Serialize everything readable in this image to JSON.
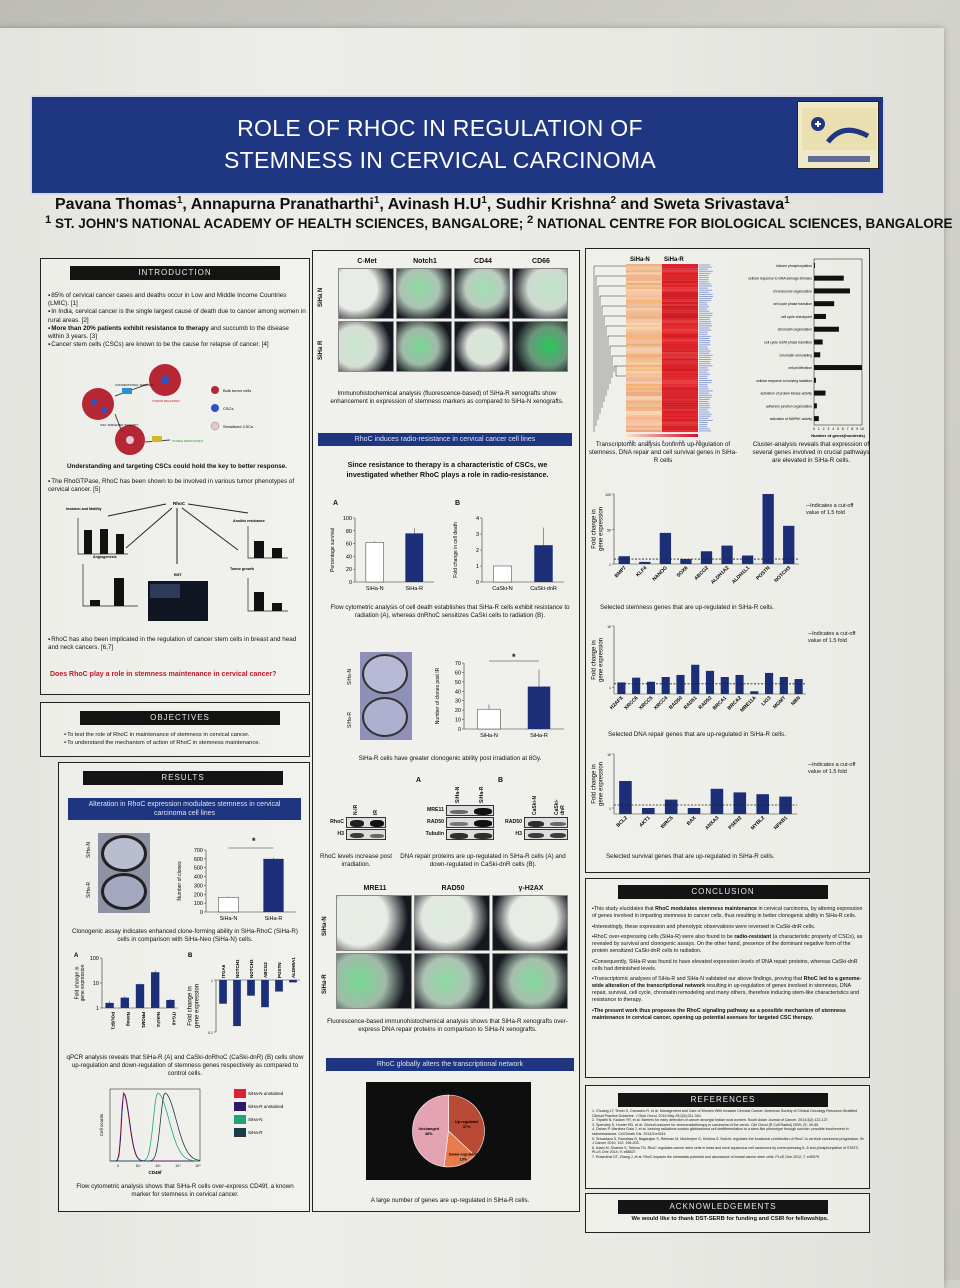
{
  "title": {
    "line1": "ROLE OF RHOC IN REGULATION OF",
    "line2": "STEMNESS IN CERVICAL CARCINOMA"
  },
  "authors": [
    {
      "name": "Pavana Thomas",
      "sup": "1",
      "sep": ", "
    },
    {
      "name": "Annapurna Pranatharthi",
      "sup": "1",
      "sep": ", "
    },
    {
      "name": "Avinash H.U",
      "sup": "1",
      "sep": ", "
    },
    {
      "name": "Sudhir Krishna",
      "sup": "2",
      "sep": " and "
    },
    {
      "name": "Sweta Srivastava",
      "sup": "1",
      "sep": ""
    }
  ],
  "affiliations": {
    "sup1": "1",
    "aff1": " ST. JOHN'S NATIONAL ACADEMY OF HEALTH SCIENCES, BANGALORE; ",
    "sup2": "2",
    "aff2": " NATIONAL CENTRE FOR BIOLOGICAL SCIENCES, BANGALORE"
  },
  "introduction": {
    "heading": "INTRODUCTION",
    "bullets": [
      [
        {
          "t": "85% of cervical cancer cases and deaths occur in Low and Middle Income Countries (LMIC). [1]"
        }
      ],
      [
        {
          "t": "In India, cervical cancer is the single largest cause of death due to cancer among women in rural areas. [2]"
        }
      ],
      [
        {
          "t": "More than 20% patients exhibit resistance to therapy",
          "b": true
        },
        {
          "t": " and succumb to the disease within 3 years. [3]"
        }
      ],
      [
        {
          "t": "Cancer stem cells (CSCs) are known to be the cause for relapse of cancer. [4]"
        }
      ]
    ],
    "diagram_labels": {
      "conventional": "CONVENTIONAL THERAPY",
      "relapse": "TUMOR RELAPSE!!!",
      "targeted": "CSC-TARGETED THERAPY",
      "stable": "STABLE RESPONSE!!!"
    },
    "legend": [
      "Bulk tumor cells",
      "CSCs",
      "Sensitized CSCs"
    ],
    "key_statement": "Understanding and targeting CSCs could hold the key to better response.",
    "bullet_rhogtpase": "The RhoGTPase, RhoC has been shown to be involved in various tumor phenotypes of cervical cancer. [5]",
    "rhoc_map": {
      "center": "RhoC",
      "invasion": "Invasion and Motility",
      "anoikis": "Anoikis resistance",
      "angiogenesis": "Angiogenesis",
      "emt": "EMT",
      "tumor_growth": "Tumor growth"
    },
    "bullet_other": "RhoC has also been implicated in the regulation of cancer stem cells in breast and head and neck cancers. [6,7]",
    "question": "Does RhoC play a role in  stemness maintenance in cervical cancer?"
  },
  "objectives": {
    "heading": "OBJECTIVES",
    "bullets": [
      "To test the role of RhoC in maintenance of stemness in cervical cancer.",
      "To understand the mechanism of action of RhoC in stemness maintenance."
    ]
  },
  "results": {
    "heading": "RESULTS",
    "subheading": "Alteration in RhoC expression modulates stemness in cervical carcinoma cell lines",
    "plate_labels": [
      "SiHa-N",
      "SiHa-R"
    ],
    "significance": "*",
    "clonogenic_caption": "Clonogenic assay indicates enhanced clone-forming ability in SiHa-RhoC (SiHa-R) cells in comparison with SiHa-Neo (SiHa-N) cells.",
    "qpcr_caption": "qPCR analysis reveals that SiHa-R (A) and CaSki-dnRhoC (CaSki-dnR) (B) cells show up-regulation and down-regulation of stemness genes respectively as compared to control cells.",
    "flow_caption": "Flow cytometric analysis shows that SiHa-R cells over-express CD49f, a known marker for stemness in cervical cancer."
  },
  "middle": {
    "micro_columns": [
      "C-Met",
      "Notch1",
      "CD44",
      "CD66"
    ],
    "micro_rows": [
      "SiHa N",
      "SiHa R"
    ],
    "micro_caption": "Immunohistochemical analysis (fluorescence-based) of SiHa-R xenografts show enhancement in expression of stemness markers as compared to SiHa-N xenografts.",
    "radio_heading": "RhoC induces radio-resistance in cervical cancer cell lines",
    "radio_statement": "Since resistance to therapy is a characteristic of CSCs, we investigated whether RhoC plays a role in radio-resistance.",
    "panel_a": "A",
    "panel_b": "B",
    "radio_caption": "Flow cytometric analysis of cell death establishes that SiHa-R cells exhibit resistance to radiation (A), whereas dnRhoC sensitizes CaSki cells to radiation (B).",
    "ir_plate_labels": [
      "SiHa-N",
      "SiHa-R"
    ],
    "ir_significance": "*",
    "ir_caption": "SiHa-R cells have greater clonogenic ability post irradiation at 8Gy.",
    "wb1": {
      "cols": [
        "N-IR",
        "IR"
      ],
      "rows": [
        "RhoC",
        "H3"
      ],
      "caption": "RhoC levels increase post irradiation."
    },
    "wb2": {
      "cols": [
        "SiHa-N",
        "SiHa-R"
      ],
      "rows": [
        "MRE11",
        "RAD50",
        "Tubulin"
      ]
    },
    "wb3": {
      "cols": [
        "CaSki-N",
        "CaSki-dnR"
      ],
      "rows": [
        "RAD50",
        "H3"
      ]
    },
    "wb_caption": "DNA repair proteins are up-regulated in SiHa-R cells (A) and down-regulated in CaSki-dnR cells (B).",
    "ihc_columns": [
      "MRE11",
      "RAD50",
      "γ-H2AX"
    ],
    "ihc_rows": [
      "SiHa-N",
      "SiHa-R"
    ],
    "ihc_caption": "Fluorescence-based immunohistochemical analysis shows that SiHa-R xenografts over-express DNA repair proteins in comparison to SiHa-N xenografts.",
    "network_heading": "RhoC globally alters the transcriptional network",
    "network_caption": "A large number of genes are up-regulated in SiHa-R cells."
  },
  "right": {
    "heatmap_cols": [
      "SiHa-N",
      "SiHa-R"
    ],
    "heatmap_scale": [
      "-3.0",
      "-1.5",
      "0",
      "1.5",
      "3.0"
    ],
    "transcriptomic_caption": "Transcriptomic analysis confirms up-regulation of stemness, DNA repair and cell survival genes in SiHa-R cells",
    "cluster_caption": "Cluster-analysis reveals that expression of several genes involved in crucial pathways are elevated in SiHa-R cells.",
    "cutoff_legend": "Indicates a cut-off value of 1.5 fold",
    "stemness_caption": "Selected stemness genes that are up-regulated in SiHa-R cells.",
    "dna_caption": "Selected DNA repair genes that are up-regulated in SiHa-R cells.",
    "survival_caption": "Selected survival genes that are up-regulated in SiHa-R cells."
  },
  "conclusion": {
    "heading": "CONCLUSION",
    "bullets": [
      [
        {
          "t": "This study elucidates that "
        },
        {
          "t": "RhoC modulates stemness maintenance",
          "b": true
        },
        {
          "t": " in cervical carcinoma, by altering expression of genes involved in imparting stemness to cancer cells, thus resulting in better clonogenic ability in SiHa-R cells."
        }
      ],
      [
        {
          "t": "Interestingly, these expression and phenotypic observations were reversed in CaSki-dnR cells."
        }
      ],
      [
        {
          "t": "RhoC over-expressing cells (SiHa-R) were also found to be "
        },
        {
          "t": "radio-resistant",
          "b": true
        },
        {
          "t": " (a characteristic property of CSCs), as revealed by survival and clonogenic assays. On the other hand, presence of the dominant negative form of the protein sensitized CaSki-dnR cells to radiation."
        }
      ],
      [
        {
          "t": "Consequently, SiHa-R was found to have elevated expression levels of DNA repair proteins, whereas CaSki-dnR cells had diminished levels."
        }
      ],
      [
        {
          "t": "Transcriptomic analyses of SiHa-R and SiHa-N validated our above findings, proving that "
        },
        {
          "t": "RhoC led to a genome-wide alteration of the transcriptional network",
          "b": true
        },
        {
          "t": " resulting in up-regulation of genes involved in stemness, DNA repair, survival, cell cycle, chromatin remodeling and many others, therefore inducing stem-like characteristics and resistance to therapy."
        }
      ],
      [
        {
          "t": "The present work thus proposes the RhoC signaling pathway as a possible mechanism of stemness maintenance in cervical cancer, opening up potential avenues for targeted CSC therapy.",
          "b": true
        }
      ]
    ]
  },
  "references": {
    "heading": "REFERENCES",
    "items": [
      "1. Chuang LT, Temin S, Camacho R, et al. Management and Care of Women With Invasive Cervical Cancer: American Society of Clinical Oncology Resource-Stratified Clinical Practice Guideline. J Glob Oncol. 2016 May 25;2(5):311-340.",
      "2. Tripathi N, Kadam YR, et al. Barriers for early detection of cancer amongst Indian rural women. South Asian Journal of Cancer. 2014;3(2):122-127.",
      "3. Spensley S, Hunter RD, et al. Clinical outcome for chemoradiotherapy in carcinoma of the cervix. Clin Oncol (R Coll Radiol) 2009; 21: 49-55.",
      "4. Dahan P, Martinez Gala J, et al. Ionizing radiations sustain glioblastoma cell dedifferentiation to a stem-like phenotype through survivin: possible involvement in radioresistance. Cell Death Dis. 2014;5:e1543.",
      "5. Srivastava S, Ramdass B, Nagarajan S, Rehman M, Mukherjee G, Krishna S. Notch1 regulates the functional contribution of RhoC to cervical carcinoma progression. Br J Cancer 2010; 102: 196-205.",
      "6. Islam M, Sharma S, Teknos TN. RhoC regulates cancer stem cells in head and neck squamous cell carcinoma by overexpressing IL-6 and phosphorylation of STAT3. PLoS One 2014; 9: e88527.",
      "7. Rosenthal DT, Zhang J, et al. RhoC impacts the metastatic potential and abundance of breast cancer stem cells. PLoS One 2012; 7: e40979."
    ]
  },
  "acknowledgements": {
    "heading": "ACKNOWLEDGEMENTS",
    "text": "We would  like to thank DST-SERB for funding and CSIR for fellowships."
  },
  "colors": {
    "navy": "#1f3683",
    "bar": "#1c2e78",
    "control": "#ffffff",
    "red": "#c4162a"
  },
  "chart_data": [
    {
      "id": "radio_a",
      "type": "bar",
      "categories": [
        "SiHa-N",
        "SiHa-R"
      ],
      "values": [
        62,
        76
      ],
      "errors": [
        2,
        8
      ],
      "bar_colors": [
        "#ffffff",
        "#1c2e78"
      ],
      "ylim": [
        0,
        100
      ],
      "yticks": [
        0,
        20,
        40,
        60,
        80,
        100
      ],
      "ylabel": "Percentage survival",
      "title": ""
    },
    {
      "id": "radio_b",
      "type": "bar",
      "categories": [
        "CaSki-N",
        "CaSki-dnR"
      ],
      "values": [
        1,
        2.3
      ],
      "errors": [
        0,
        1.1
      ],
      "bar_colors": [
        "#ffffff",
        "#1c2e78"
      ],
      "ylim": [
        0,
        4
      ],
      "yticks": [
        0,
        1,
        2,
        3,
        4
      ],
      "ylabel": "Fold change in cell death",
      "title": ""
    },
    {
      "id": "ir_clones",
      "type": "bar",
      "categories": [
        "SiHa-N",
        "SiHa-R"
      ],
      "values": [
        21,
        45
      ],
      "errors": [
        5,
        18
      ],
      "bar_colors": [
        "#ffffff",
        "#1c2e78"
      ],
      "ylim": [
        0,
        70
      ],
      "yticks": [
        0,
        10,
        20,
        30,
        40,
        50,
        60,
        70
      ],
      "ylabel": "Number of clones post IR",
      "title": ""
    },
    {
      "id": "clones",
      "type": "bar",
      "categories": [
        "SiHa-N",
        "SiHa-R"
      ],
      "values": [
        165,
        600
      ],
      "errors": [
        10,
        15
      ],
      "bar_colors": [
        "#ffffff",
        "#1c2e78"
      ],
      "ylim": [
        0,
        700
      ],
      "yticks": [
        0,
        100,
        200,
        300,
        400,
        500,
        600,
        700
      ],
      "ylabel": "Number of clones",
      "title": ""
    },
    {
      "id": "qpcr_a",
      "type": "bar",
      "scale": "log",
      "categories": [
        "POU5F1",
        "Nanog",
        "PROM1",
        "Notch1",
        "ITGA6"
      ],
      "values": [
        1.6,
        2.6,
        9,
        27,
        2.1
      ],
      "errors": [
        0.3,
        0.3,
        0.5,
        5,
        0.2
      ],
      "bar_colors": [
        "#1c2e78"
      ],
      "ylim": [
        1,
        100
      ],
      "yticks": [
        1,
        10,
        100
      ],
      "ylabel": "Fold change in gene expression",
      "title": "A"
    },
    {
      "id": "qpcr_b",
      "type": "bar",
      "scale": "log",
      "categories": [
        "ITGA6",
        "NOTCH1",
        "NOTCH3",
        "ABCG2",
        "POSTN",
        "ALDH9A1"
      ],
      "values": [
        0.35,
        0.13,
        0.5,
        0.3,
        0.6,
        0.9
      ],
      "bar_colors": [
        "#1c2e78"
      ],
      "ylim": [
        0.1,
        1
      ],
      "yticks": [
        0.1,
        1
      ],
      "ylabel": "Fold change in gene expression",
      "title": "B"
    },
    {
      "id": "stemness",
      "type": "bar",
      "categories": [
        "BMP7",
        "KLF4",
        "NANOG",
        "SOX6",
        "ABCG2",
        "ALDH1A2",
        "ALDH1L1",
        "POSTN",
        "NOTCH3"
      ],
      "values": [
        12,
        4,
        45,
        8,
        19,
        27,
        13,
        100,
        55
      ],
      "bar_colors": [
        "#1c2e78"
      ],
      "ylim": [
        1,
        100
      ],
      "yticks": [
        1,
        50,
        100
      ],
      "cutoff": 8,
      "ylabel": "Fold change in gene expression",
      "title": ""
    },
    {
      "id": "dna_repair",
      "type": "bar",
      "categories": [
        "H2AFX",
        "XRCC6",
        "XRCC5",
        "XRCC4",
        "RAD50",
        "RAD51",
        "RAD52",
        "BRCA1",
        "BRCA2",
        "MRE11A",
        "LIG3",
        "MGMT",
        "NBN"
      ],
      "values": [
        1.7,
        2.4,
        1.8,
        2.5,
        2.8,
        4.3,
        3.4,
        2.5,
        2.8,
        0.4,
        3.1,
        2.5,
        2.2
      ],
      "bar_colors": [
        "#1c2e78"
      ],
      "ylim": [
        0,
        10
      ],
      "yticks": [
        1,
        10
      ],
      "cutoff": 1.5,
      "ylabel": "Fold change in gene expression",
      "title": ""
    },
    {
      "id": "survival",
      "type": "bar",
      "categories": [
        "BCL2",
        "AKT1",
        "BIRC5",
        "BAX",
        "ANXA3",
        "PSEN2",
        "MYBL2",
        "NFKB1"
      ],
      "values": [
        5.5,
        1.0,
        2.4,
        1.0,
        4.2,
        3.6,
        3.3,
        2.9
      ],
      "bar_colors": [
        "#1c2e78"
      ],
      "ylim": [
        0,
        10
      ],
      "yticks": [
        1,
        10
      ],
      "cutoff": 1.5,
      "ylabel": "Fold change in gene expression",
      "title": ""
    },
    {
      "id": "pathways",
      "type": "hbar",
      "categories": [
        "histone phosphorylation",
        "cellular response to DNA damage stimulus",
        "chromosome organization",
        "cell cycle phase transition",
        "cell cycle checkpoint",
        "chromatin organization",
        "cell cycle G2/M phase transition",
        "chromatin remodeling",
        "cell proliferation",
        "cellular response to ionizing radiation",
        "activation of protein kinase activity",
        "adherens junction organization",
        "activation of MAPKK activity"
      ],
      "values": [
        0.2,
        6.2,
        7.5,
        4.2,
        2.5,
        5.2,
        1.8,
        1.3,
        10,
        0.4,
        2.4,
        0.6,
        1.0
      ],
      "xlim": [
        0,
        10
      ],
      "xticks": [
        0,
        1,
        2,
        3,
        4,
        5,
        6,
        7,
        8,
        9,
        10
      ],
      "xlabel": "Number of genes(hundreds)",
      "title": ""
    },
    {
      "id": "network_pie",
      "type": "pie",
      "labels": [
        "Up-regulated",
        "Down-regulated",
        "Unchanged"
      ],
      "values": [
        37,
        15,
        48
      ],
      "value_labels": [
        "37%",
        "15%",
        "48%"
      ],
      "colors": [
        "#b84a36",
        "#e87a4e",
        "#e4a3b3"
      ]
    },
    {
      "id": "cd49f_flow",
      "type": "line",
      "xlabel": "CD49f",
      "ylabel": "Cell counts",
      "xticks": [
        "0",
        "10²",
        "10³",
        "10⁴",
        "10⁵"
      ],
      "series": [
        {
          "name": "SiHa-N unstained",
          "peak_log10": 0.3,
          "color": "#e0202e"
        },
        {
          "name": "SiHa-R unstained",
          "peak_log10": 0.32,
          "color": "#2b1a6e"
        },
        {
          "name": "SiHa-N",
          "peak_log10": 2.2,
          "color": "#22a37a"
        },
        {
          "name": "SiHa-R",
          "peak_log10": 2.6,
          "color": "#1e3a46"
        }
      ]
    }
  ]
}
